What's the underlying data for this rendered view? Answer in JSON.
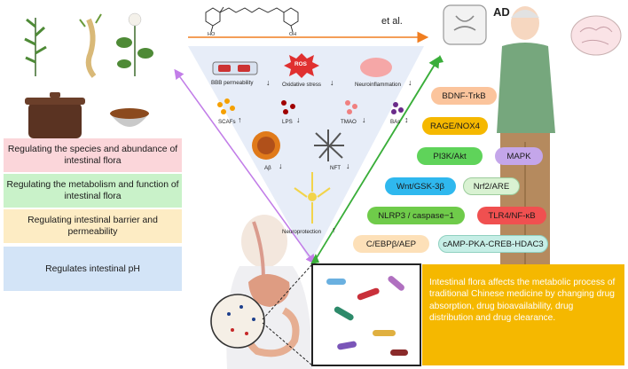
{
  "header": {
    "et_al": "et al."
  },
  "ad_label": "AD",
  "regulation_list": [
    {
      "text": "Regulating the species and abundance of intestinal flora",
      "color": "#fbd6da"
    },
    {
      "text": "Regulating the metabolism and function of intestinal flora",
      "color": "#c9f2c9"
    },
    {
      "text": "Regulating intestinal barrier and permeability",
      "color": "#fdecc4"
    },
    {
      "text": "Regulates intestinal pH",
      "color": "#d3e4f7"
    }
  ],
  "triangle_items": {
    "bbb": "BBB permeability",
    "ros_badge": "ROS",
    "oxidative_stress": "Oxidative stress",
    "neuroinflammation": "Neuroinflammation",
    "scfas": "SCAFs",
    "lps": "LPS",
    "tmao": "TMAO",
    "bas": "BAs",
    "abeta": "Aβ",
    "nft": "NFT",
    "neuroprotection": "Neuroprotection"
  },
  "pathways": [
    {
      "label": "BDNF-TrkB",
      "color": "#fbc49c"
    },
    {
      "label": "RAGE/NOX4",
      "color": "#f5b800"
    },
    {
      "label": "PI3K/Akt",
      "color": "#5fd35a"
    },
    {
      "label": "MAPK",
      "color": "#c4a6ea"
    },
    {
      "label": "Wnt/GSK-3β",
      "color": "#2fb8ee"
    },
    {
      "label": "Nrf2/ARE",
      "color": "#d9f2d2"
    },
    {
      "label": "NLRP3 / caspase−1",
      "color": "#6fcb4a"
    },
    {
      "label": "TLR4/NF-κB",
      "color": "#f05050"
    },
    {
      "label": "C/EBPβ/AEP",
      "color": "#fde0b8"
    },
    {
      "label": "cAMP-PKA-CREB-HDAC3",
      "color": "#c6eee6"
    }
  ],
  "flora_note": "Intestinal flora affects the metabolic process of traditional Chinese medicine by changing drug absorption, drug bioavailability, drug distribution and drug clearance.",
  "colors": {
    "orange_arrow": "#f07e20",
    "green_arrow": "#3aae3a",
    "purple_arrow": "#c27ee8",
    "triangle": "#e4ebf7"
  }
}
